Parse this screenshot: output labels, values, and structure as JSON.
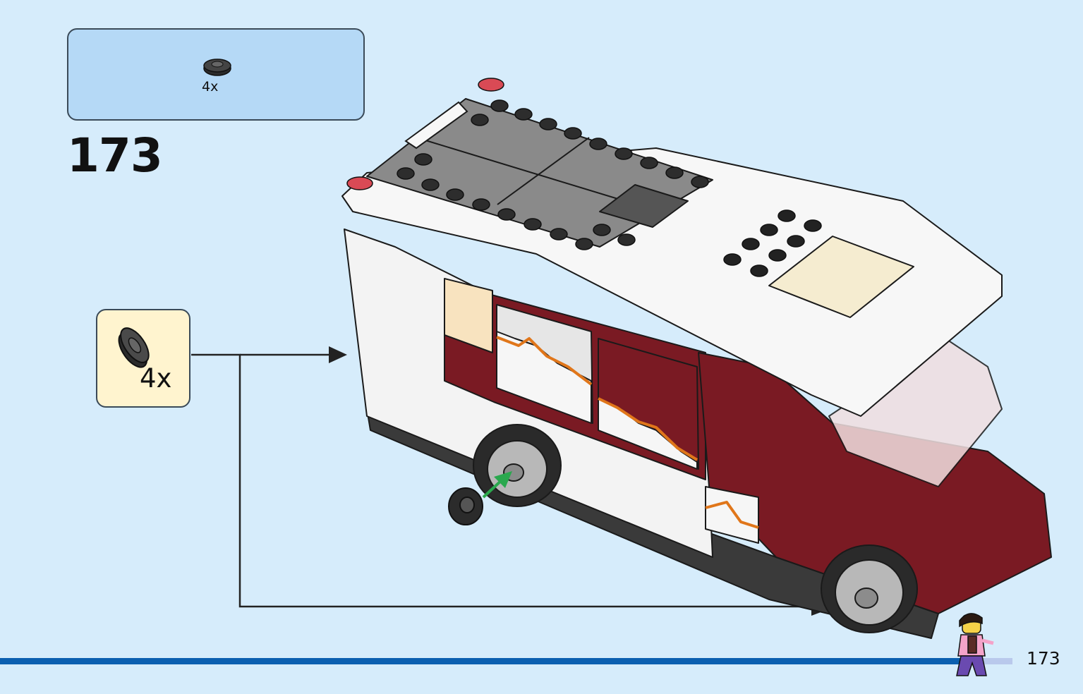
{
  "parts_list": {
    "count_label": "4x",
    "part_icon": "round-tile-icon"
  },
  "step": {
    "number": "173"
  },
  "callout": {
    "count_label": "4x",
    "part_icon": "round-tile-icon"
  },
  "model_icon": "camper-van-model-icon",
  "minifigure_icon": "minifigure-icon",
  "page": {
    "number": "173"
  },
  "colors": {
    "background": "#d6ecfb",
    "parts_box": "#b5d9f6",
    "callout_box": "#fff4cf",
    "progress_bar": "#0b5fb0",
    "body_dark_red": "#7a1a23",
    "assembly_arrow": "#2aa84e"
  }
}
